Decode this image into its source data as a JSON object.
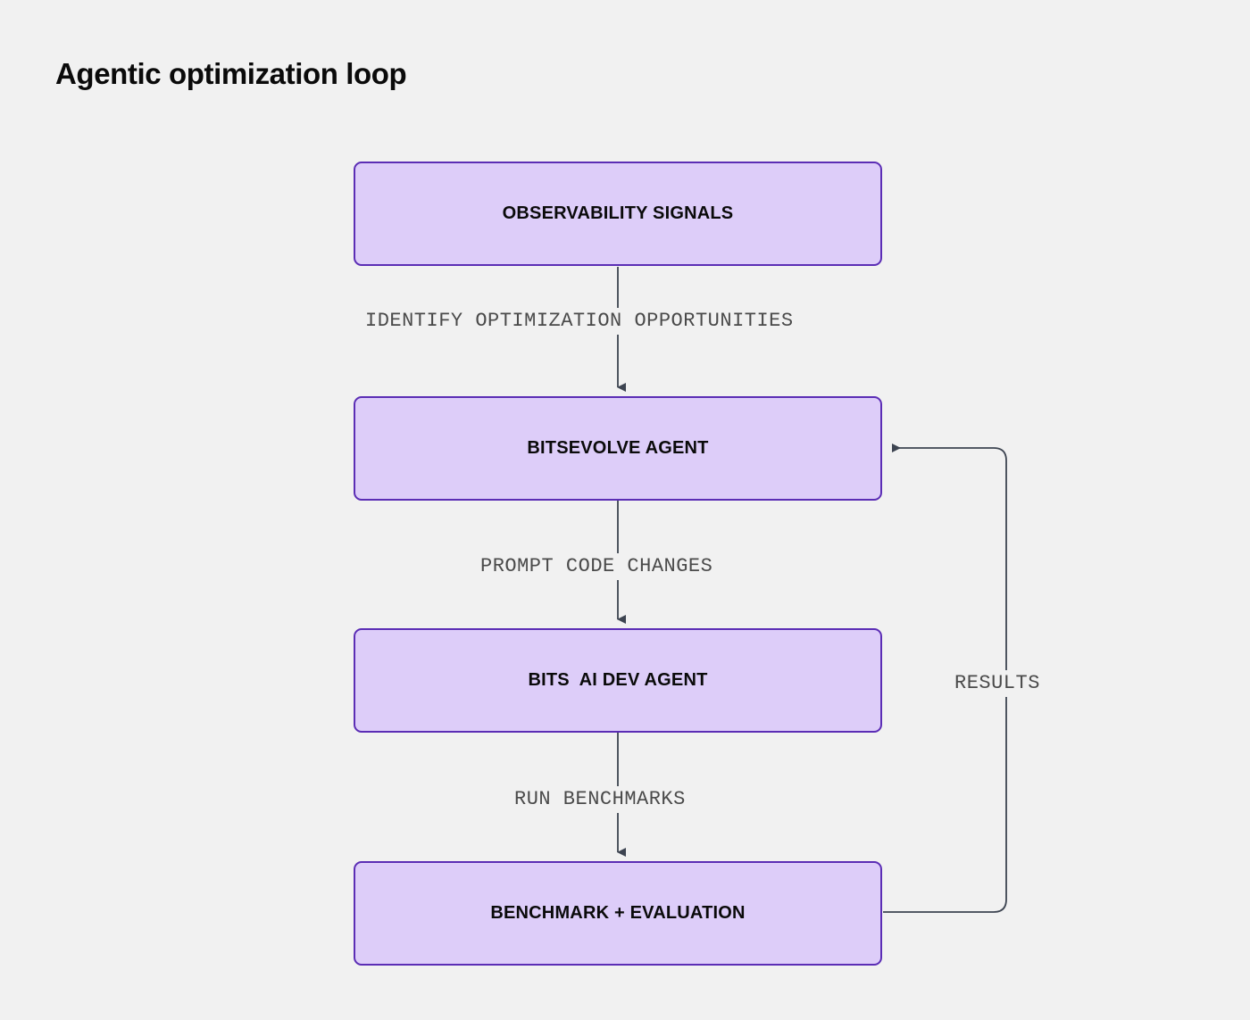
{
  "title": "Agentic optimization loop",
  "theme": {
    "background": "#f1f1f1",
    "node_fill": "#ddcdf9",
    "node_border": "#5b2db5",
    "node_text": "#0a0a0a",
    "edge_stroke": "#3d4451",
    "edge_label_text": "#4a4a4a",
    "title_text": "#0a0a0a"
  },
  "nodes": [
    {
      "id": "observability-signals",
      "label": "OBSERVABILITY SIGNALS"
    },
    {
      "id": "bitsevolve-agent",
      "label": "BITSEVOLVE AGENT"
    },
    {
      "id": "bits-ai-dev-agent",
      "label": "BITS  AI DEV AGENT"
    },
    {
      "id": "benchmark-evaluation",
      "label": "BENCHMARK + EVALUATION"
    }
  ],
  "edges": [
    {
      "id": "e1",
      "from": "observability-signals",
      "to": "bitsevolve-agent",
      "label": "IDENTIFY OPTIMIZATION OPPORTUNITIES"
    },
    {
      "id": "e2",
      "from": "bitsevolve-agent",
      "to": "bits-ai-dev-agent",
      "label": "PROMPT CODE CHANGES"
    },
    {
      "id": "e3",
      "from": "bits-ai-dev-agent",
      "to": "benchmark-evaluation",
      "label": "RUN BENCHMARKS"
    },
    {
      "id": "e4",
      "from": "benchmark-evaluation",
      "to": "bitsevolve-agent",
      "label": "RESULTS"
    }
  ]
}
